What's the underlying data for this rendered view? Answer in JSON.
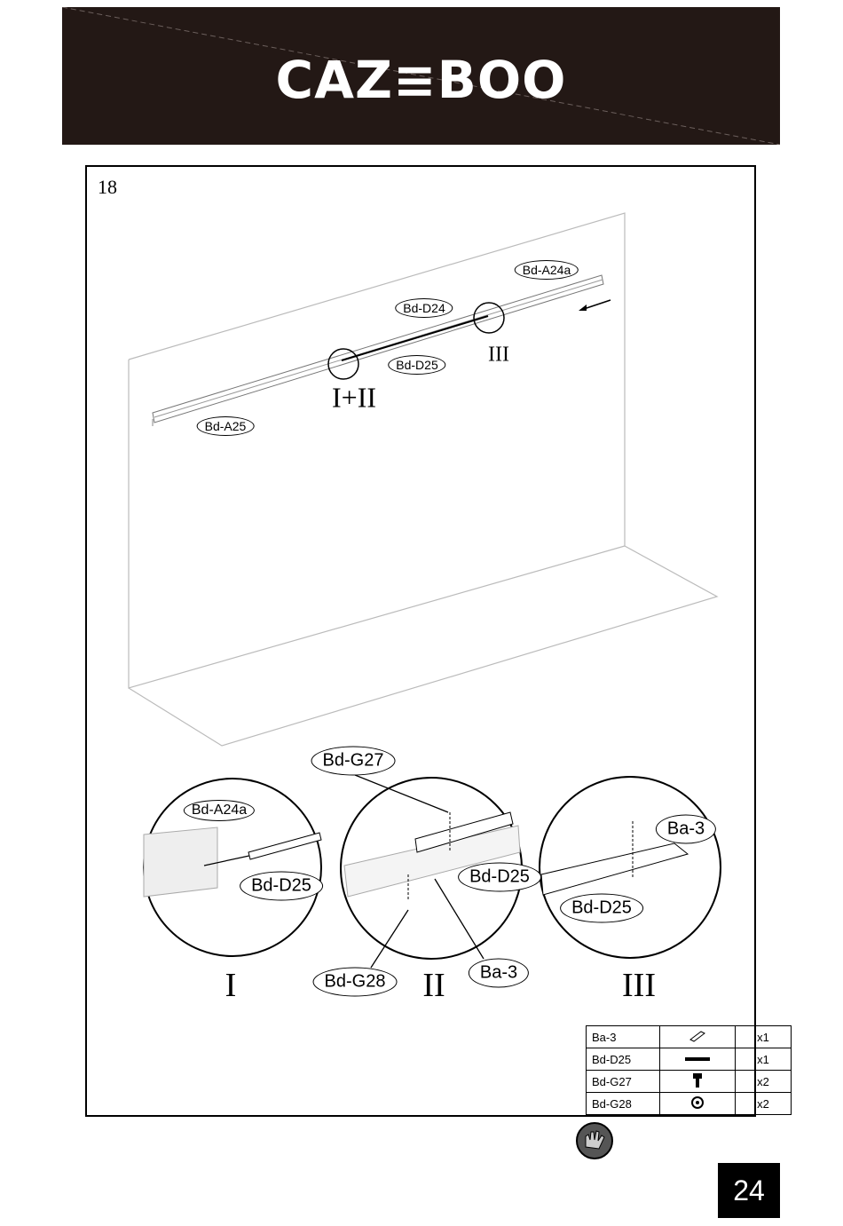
{
  "header": {
    "brand": "CAZ≡BOO"
  },
  "step": {
    "number": "18"
  },
  "labels": {
    "bd_a24a": "Bd-A24a",
    "bd_d24": "Bd-D24",
    "bd_d25": "Bd-D25",
    "bd_a25": "Bd-A25",
    "detail_i": "Bd-A24a",
    "detail_i_d25": "Bd-D25",
    "bd_g27": "Bd-G27",
    "detail_ii_d25": "Bd-D25",
    "bd_g28": "Bd-G28",
    "ba3_ii": "Ba-3",
    "ba3_iii": "Ba-3",
    "detail_iii_d25": "Bd-D25"
  },
  "markers": {
    "i_plus_ii": "I+II",
    "iii": "III",
    "detail_i": "I",
    "detail_ii": "II",
    "detail_iii": "III"
  },
  "parts": [
    {
      "code": "Ba-3",
      "icon": "plate-icon",
      "qty": "x1"
    },
    {
      "code": "Bd-D25",
      "icon": "strip-icon",
      "qty": "x1"
    },
    {
      "code": "Bd-G27",
      "icon": "bolt-icon",
      "qty": "x2"
    },
    {
      "code": "Bd-G28",
      "icon": "nut-icon",
      "qty": "x2"
    }
  ],
  "page": {
    "number": "24"
  }
}
